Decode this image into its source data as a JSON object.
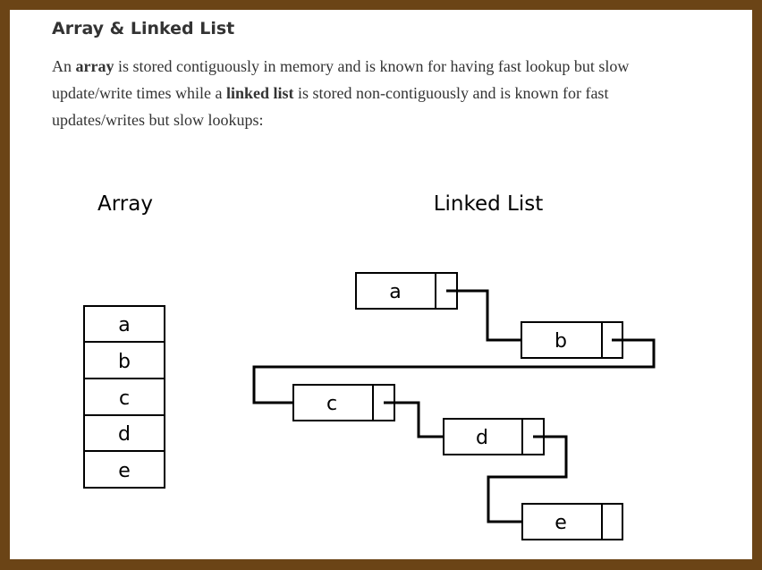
{
  "heading": "Array & Linked List",
  "paragraph": {
    "p1": "An ",
    "b1": "array",
    "p2": " is stored contiguously in memory and is known for having fast lookup but slow update/write times while a ",
    "b2": "linked list",
    "p3": " is stored non-contiguously and is known for fast updates/writes but slow lookups:"
  },
  "diagram": {
    "array_title": "Array",
    "linked_list_title": "Linked List",
    "array_cells": [
      "a",
      "b",
      "c",
      "d",
      "e"
    ],
    "list_nodes": [
      "a",
      "b",
      "c",
      "d",
      "e"
    ]
  }
}
